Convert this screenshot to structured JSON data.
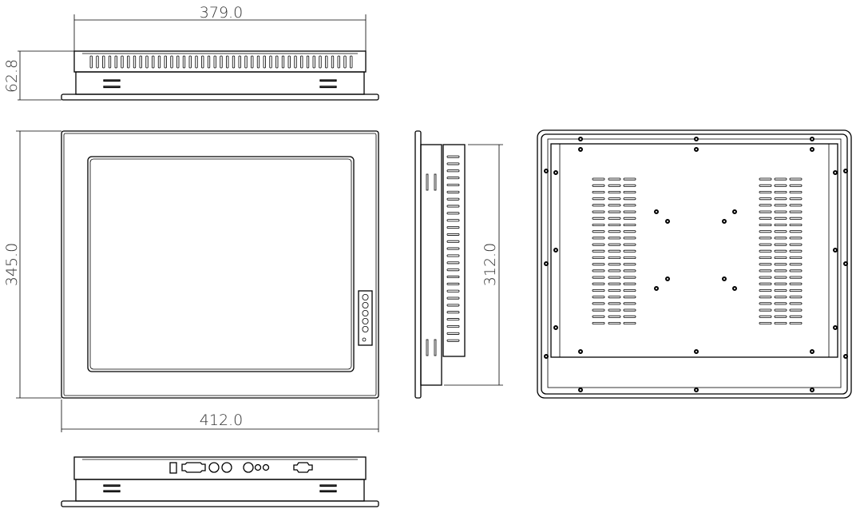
{
  "dimensions": {
    "top_width": "379.0",
    "top_depth": "62.8",
    "front_height": "345.0",
    "front_width": "412.0",
    "side_height": "312.0"
  },
  "views": {
    "top": "top-view",
    "front": "front-view",
    "side": "side-view",
    "back": "back-view",
    "bottom": "bottom-view"
  },
  "colors": {
    "line": "#000000",
    "text": "#333333",
    "background": "#ffffff"
  }
}
